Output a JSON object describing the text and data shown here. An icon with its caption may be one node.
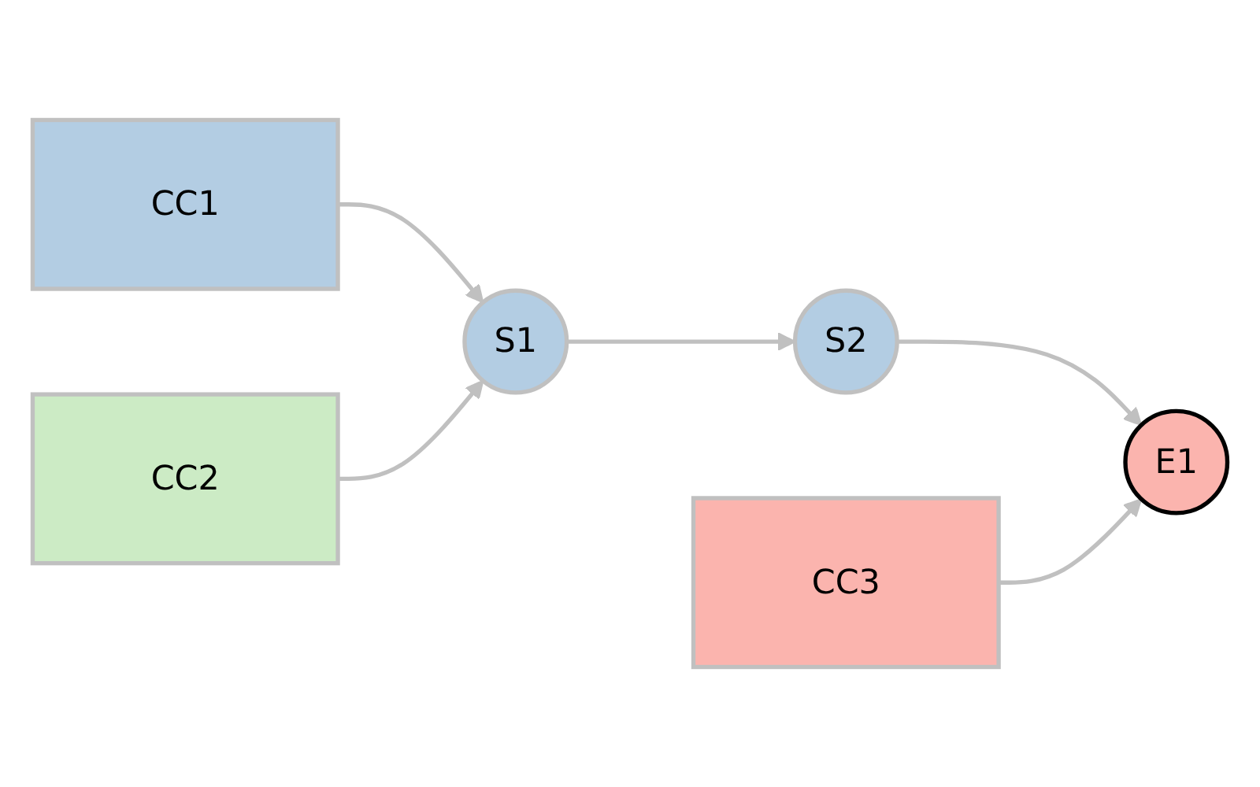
{
  "diagram": {
    "nodes": [
      {
        "text": [
          "CC1"
        ]
      },
      {
        "text": [
          "CC2"
        ]
      },
      {
        "text": [
          "S1"
        ]
      },
      {
        "text": [
          "S2"
        ]
      },
      {
        "text": [
          "E1"
        ]
      },
      {
        "text": [
          "CC3"
        ]
      }
    ],
    "edges": [
      {
        "from": 0,
        "to": 2,
        "arrow": "to"
      },
      {
        "from": 1,
        "to": 2,
        "arrow": "to"
      },
      {
        "from": 2,
        "to": 3,
        "arrow": "to"
      },
      {
        "from": 3,
        "to": 4,
        "arrow": "to"
      },
      {
        "from": 5,
        "to": 4,
        "arrow": "to"
      }
    ]
  }
}
